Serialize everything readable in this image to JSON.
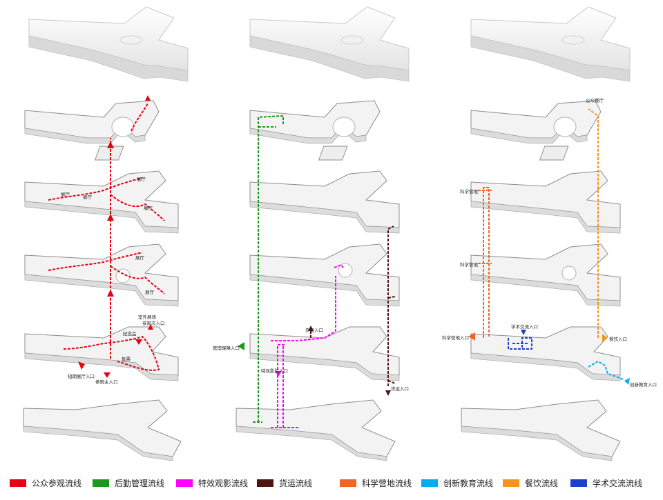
{
  "legend": [
    {
      "label": "公众参观流线",
      "color": "#e60012"
    },
    {
      "label": "后勤管理流线",
      "color": "#1a9a1a"
    },
    {
      "label": "特效观影流线",
      "color": "#ff00ff"
    },
    {
      "label": "货运流线",
      "color": "#4d1410"
    },
    {
      "label": "科学营地流线",
      "color": "#f26522"
    },
    {
      "label": "创新教育流线",
      "color": "#00aeef"
    },
    {
      "label": "餐饮流线",
      "color": "#f7941d"
    },
    {
      "label": "学术交流流线",
      "color": "#1b3fcf"
    }
  ],
  "col1": {
    "l4_hall": "展厅",
    "l3_hall_a": "展厅",
    "l3_hall_b": "展厅",
    "l3_hall_c": "展厅",
    "l2_hall_a": "展厅",
    "l2_hall_b": "展厅",
    "l1_outdoor": "室外展场",
    "l1_entry_visit": "参观次入口",
    "l1_souvenir": "纪念品",
    "l1_ticket": "售票",
    "l1_short_hall": "短期展厅入口",
    "l1_main_entry": "参观主入口"
  },
  "col2": {
    "l1_mgmt_entry": "管理保障入口",
    "l1_cargo_entry_a": "货运入口",
    "l1_film_entry": "特效影院入口",
    "l1_cargo_entry_b": "货运入口"
  },
  "col3": {
    "l4_restaurant": "公众餐厅",
    "l3_camp": "科学营地",
    "l2_camp": "科学营地",
    "l1_camp_entry": "科学营地入口",
    "l1_academic_entry": "学术交流入口",
    "l1_dining_entry": "餐饮入口",
    "l1_edu_entry": "创新教育入口"
  }
}
